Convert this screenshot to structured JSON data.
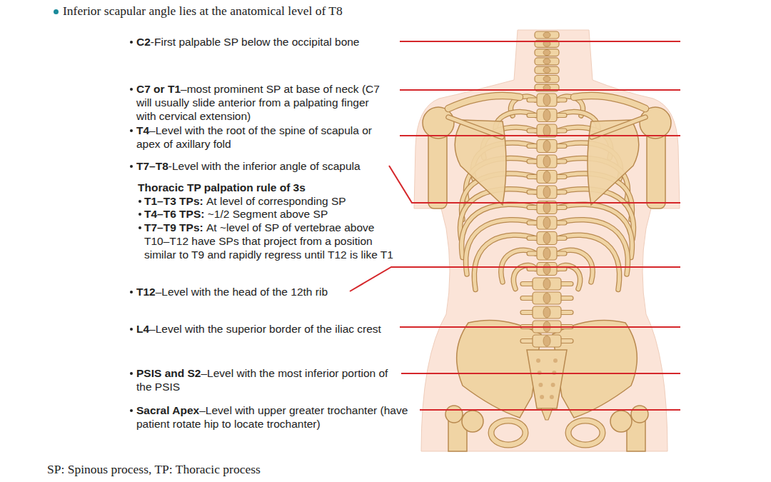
{
  "diagram": {
    "title": "Inferior scapular angle lies at the anatomical level of T8",
    "caption": "SP: Spinous process, TP: Thoracic process",
    "labels": [
      "C2",
      "-First palpable SP below the occipital bone",
      "C7 or T1",
      "–most prominent SP at base of neck (C7 will usually slide anterior from a palpating finger with cervical extension)",
      "T4",
      "–Level with the root of the spine of scapula or apex of axillary fold",
      "T7–T8",
      "-Level with the inferior angle of scapula",
      "Thoracic TP palpation rule of 3s",
      "T1–T3 TPs:",
      "At level of corresponding SP",
      "T4–T6 TPS:",
      "~1/2 Segment above SP",
      "T7–T9 TPs:",
      "At ~level of SP of vertebrae above",
      "T10–T12 have SPs that project from a position similar to T9 and rapidly regress until T12 is like T1",
      "T12",
      "–Level with the head of the 12th rib",
      "L4",
      "–Level with the superior border of the iliac crest",
      "PSIS and S2",
      "–Level with the most inferior portion of the PSIS",
      "Sacral Apex",
      "–Level with upper greater trochanter (have patient rotate hip to locate trochanter)"
    ]
  }
}
